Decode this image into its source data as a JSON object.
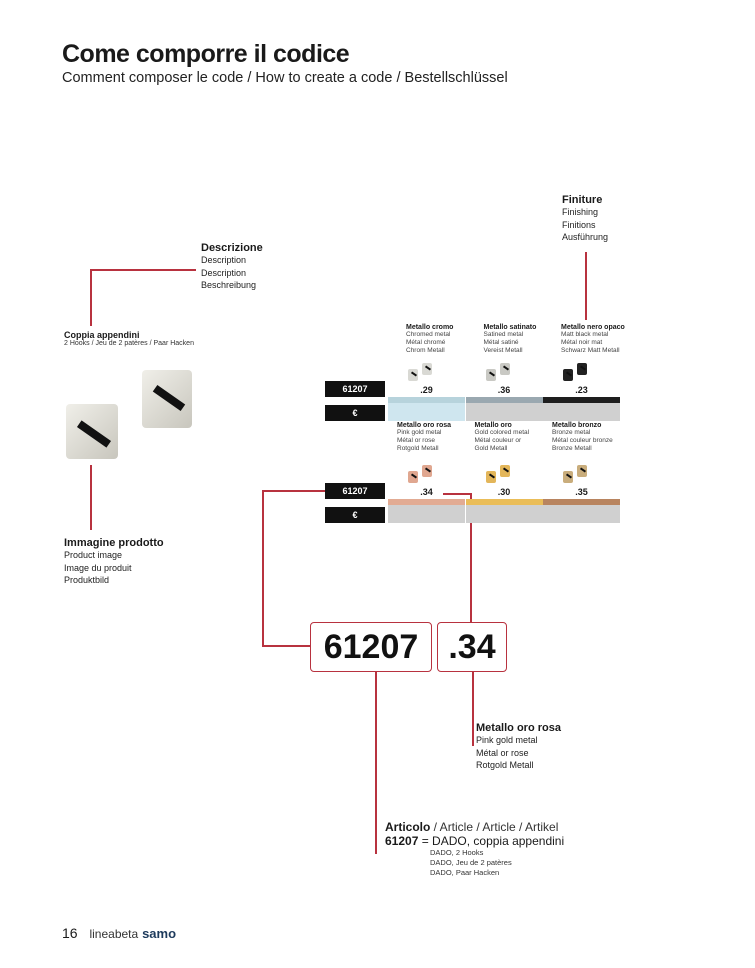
{
  "header": {
    "title": "Come comporre il codice",
    "subtitle": "Comment composer le code / How to create a code / Bestellschlüssel"
  },
  "descrizione": {
    "title": "Descrizione",
    "lines": [
      "Description",
      "Description",
      "Beschreibung"
    ]
  },
  "finiture": {
    "title": "Finiture",
    "lines": [
      "Finishing",
      "Finitions",
      "Ausführung"
    ]
  },
  "product": {
    "title": "Coppia appendini",
    "subtitle": "2 Hooks / Jeu de 2 patères / Paar Hacken"
  },
  "immagine": {
    "title": "Immagine prodotto",
    "lines": [
      "Product image",
      "Image du produit",
      "Produktbild"
    ]
  },
  "table": {
    "rows": [
      {
        "code": "61207",
        "euro": "€",
        "finishes": [
          {
            "name": "Metallo cromo",
            "lines": [
              "Chromed metal",
              "Métal chromé",
              "Chrom Metall"
            ],
            "code": ".29",
            "strip": "#b7d3dc",
            "cell": "#cfe6ef",
            "hook": "#d9d9d4"
          },
          {
            "name": "Metallo satinato",
            "lines": [
              "Satined metal",
              "Métal satiné",
              "Vereist Metall"
            ],
            "code": ".36",
            "strip": "#9aa8b0",
            "cell": "#d0d0d0",
            "hook": "#c9c9c4"
          },
          {
            "name": "Metallo nero opaco",
            "lines": [
              "Matt black metal",
              "Métal noir mat",
              "Schwarz Matt Metall"
            ],
            "code": ".23",
            "strip": "#1e1e1e",
            "cell": "#d0d0d0",
            "hook": "#222222"
          }
        ]
      },
      {
        "code": "61207",
        "euro": "€",
        "finishes": [
          {
            "name": "Metallo oro rosa",
            "lines": [
              "Pink gold metal",
              "Métal or rose",
              "Rotgold Metall"
            ],
            "code": ".34",
            "strip": "#e2ab93",
            "cell": "#d0d0d0",
            "hook": "#e0a790"
          },
          {
            "name": "Metallo oro",
            "lines": [
              "Gold colored metal",
              "Métal couleur or",
              "Gold Metall"
            ],
            "code": ".30",
            "strip": "#eabd58",
            "cell": "#d0d0d0",
            "hook": "#e3b65a"
          },
          {
            "name": "Metallo bronzo",
            "lines": [
              "Bronze metal",
              "Métal couleur bronze",
              "Bronze Metall"
            ],
            "code": ".35",
            "strip": "#b8845f",
            "cell": "#d0d0d0",
            "hook": "#c9ad7c"
          }
        ]
      }
    ]
  },
  "code": {
    "article": "61207",
    "finish": ".34"
  },
  "finish_label": {
    "title": "Metallo oro rosa",
    "lines": [
      "Pink gold metal",
      "Métal or rose",
      "Rotgold Metall"
    ]
  },
  "articolo": {
    "title": "Articolo",
    "rest": " / Article / Article  / Artikel",
    "code": "61207",
    "eq": " = DADO, coppia appendini",
    "lines": [
      "DADO, 2 Hooks",
      "DADO, Jeu de 2 patères",
      "DADO, Paar Hacken"
    ]
  },
  "footer": {
    "page": "16",
    "brand1": "lineabeta",
    "brand2": "samo"
  },
  "colors": {
    "accent": "#b8323f",
    "brand": "#1d3a5c"
  }
}
